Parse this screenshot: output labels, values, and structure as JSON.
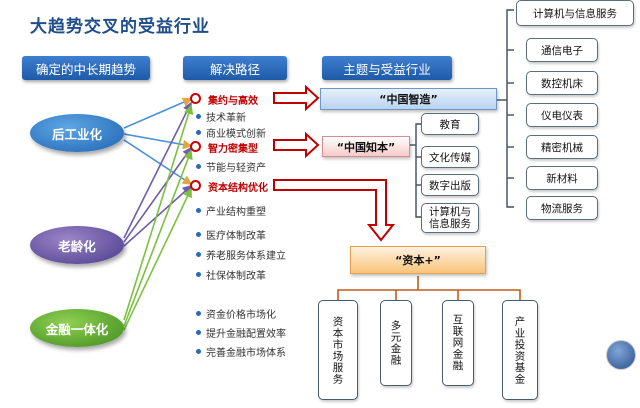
{
  "title": "大趋势交叉的受益行业",
  "headers": {
    "trends": "确定的中长期趋势",
    "paths": "解决路径",
    "industries": "主题与受益行业"
  },
  "trends": [
    "后工业化",
    "老龄化",
    "金融一体化"
  ],
  "paths": {
    "g1_key": "集约与高效",
    "g1_items": [
      "技术革新",
      "商业模式创新"
    ],
    "g2_key": "智力密集型",
    "g2_items": [
      "节能与轻资产"
    ],
    "g3_key": "资本结构优化",
    "g3_items": [
      "产业结构重塑"
    ],
    "g4_items": [
      "医疗体制改革",
      "养老服务体系建立",
      "社保体制改革"
    ],
    "g5_items": [
      "资金价格市场化",
      "提升金融配置效率",
      "完善金融市场体系"
    ]
  },
  "themes": {
    "made_in_china": "“中国智造”",
    "knowledge_china": "“中国知本”",
    "capital_plus": "“资本+”"
  },
  "right_industries": [
    "计算机与信息服务",
    "通信电子",
    "数控机床",
    "仪电仪表",
    "精密机械",
    "新材料",
    "物流服务"
  ],
  "knowledge_industries": [
    "教育",
    "文化传媒",
    "数字出版",
    "计算机与信息服务"
  ],
  "capital_industries": [
    "资本市场服务",
    "多元金融",
    "互联网金融",
    "产业投资基金"
  ],
  "colors": {
    "accent_blue": "#1f63b3",
    "arrow_red": "#c00000",
    "bracket_orange": "#c45a1a"
  }
}
